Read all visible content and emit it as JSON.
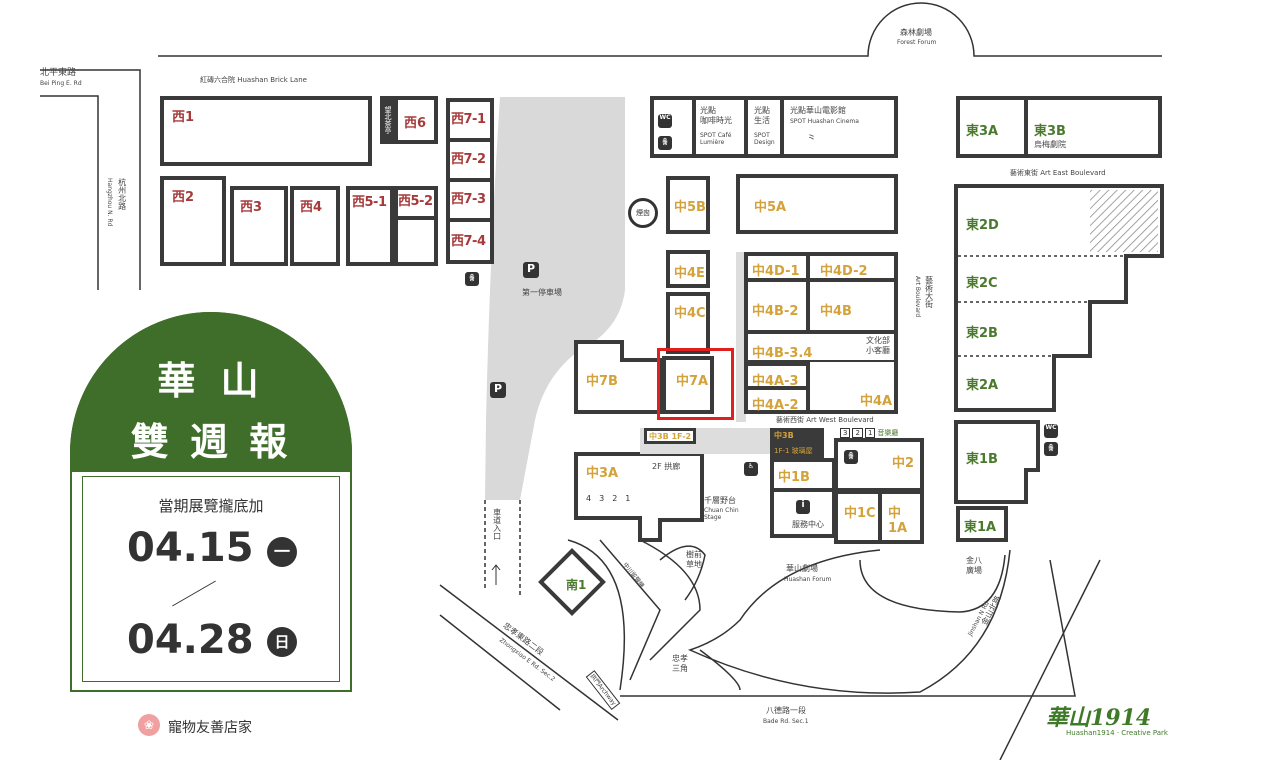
{
  "roads": {
    "beiping": "北平東路",
    "beiping_en": "Bei Ping E. Rd",
    "hangzhou": "杭州北路",
    "hangzhou_en": "Hangzhou N. Rd",
    "brick_lane": "紅磚六合院 Huashan Brick Lane",
    "forest": "森林劇場",
    "forest_en": "Forest Forum",
    "art_east": "藝術東街 Art East Boulevard",
    "art_blvd": "藝術大街",
    "art_blvd_en": "Art Boulevard",
    "art_west": "藝術西街 Art West Boulevard",
    "zhongxiao": "忠孝東路二段",
    "zhongxiao_en": "Zhongxiao E Rd. Sec.2",
    "bade": "八德路一段",
    "bade_en": "Bade Rd. Sec.1",
    "jinshan": "金山北路",
    "jinshan_en": "Jinshan N Rd",
    "driveway": "車道入口"
  },
  "west": {
    "w1": "西1",
    "w2": "西2",
    "w3": "西3",
    "w4": "西4",
    "w5_1": "西5-1",
    "w5_2": "西5-2",
    "w6": "西6",
    "pavilion": "望北茶亭",
    "w7_1": "西7-1",
    "w7_2": "西7-2",
    "w7_3": "西7-3",
    "w7_4": "西7-4"
  },
  "spot": {
    "cafe": "光點\n咖啡時光",
    "cafe_en": "SPOT Café\nLumière",
    "life": "光點\n生活",
    "life_en": "SPOT\nDesign",
    "cinema": "光點華山電影館",
    "cinema_en": "SPOT Huashan Cinema"
  },
  "middle": {
    "c5a": "中5A",
    "c5b": "中5B",
    "c4e": "中4E",
    "c4c": "中4C",
    "c4d1": "中4D-1",
    "c4d2": "中4D-2",
    "c4b2": "中4B-2",
    "c4b": "中4B",
    "c4b34": "中4B-3.4",
    "culture": "文化部\n小客廳",
    "c4a3": "中4A-3",
    "c4a2": "中4A-2",
    "c4a": "中4A",
    "c7a": "中7A",
    "c7b": "中7B",
    "c3b": "中3B",
    "c3b_1f1": "1F-1 玻璃屋",
    "c3b_1f2": "中3B 1F-2",
    "c3a": "中3A",
    "corridor": "2F 拱廊",
    "c3a_rooms": [
      "4",
      "3",
      "2",
      "1"
    ],
    "stage": "千層野台",
    "stage_en": "Chuan Chin\nStage",
    "c1b": "中1B",
    "service": "服務中心",
    "c2": "中2",
    "c1c": "中1C",
    "c1a": "中1A",
    "rooms": [
      "3",
      "2",
      "1"
    ],
    "glass": "音樂廳",
    "smoking": "煙囪"
  },
  "east": {
    "e3a": "東3A",
    "e3b": "東3B",
    "wumei": "烏梅劇院",
    "e2d": "東2D",
    "e2c": "東2C",
    "e2b": "東2B",
    "e2a": "東2A",
    "e1b": "東1B",
    "e1a": "東1A"
  },
  "south": {
    "s1": "南1",
    "zhongshan": "中川留聲機",
    "tree_lawn": "樹前\n草地",
    "forum": "華山劇場",
    "forum_en": "Huashan Forum",
    "triangle": "忠孝\n三角",
    "archway": "拱門Archway",
    "jinba": "金八\n廣場"
  },
  "parking": {
    "p": "P",
    "name": "第一停車場",
    "ps": "P"
  },
  "panel": {
    "title1": "華 山",
    "title2": "雙 週 報",
    "subtitle": "當期展覽攏底加",
    "date_from": "04.15",
    "day_from": "一",
    "date_to": "04.28",
    "day_to": "日"
  },
  "footer": {
    "pet": "寵物友善店家",
    "logo": "華山1914",
    "logo_en": "Huashan1914 · Creative Park"
  },
  "colors": {
    "west": "#a63a3a",
    "middle": "#d4a23a",
    "east": "#4b7a2e",
    "panel": "#3f6d2a",
    "highlight": "#e0201f"
  }
}
